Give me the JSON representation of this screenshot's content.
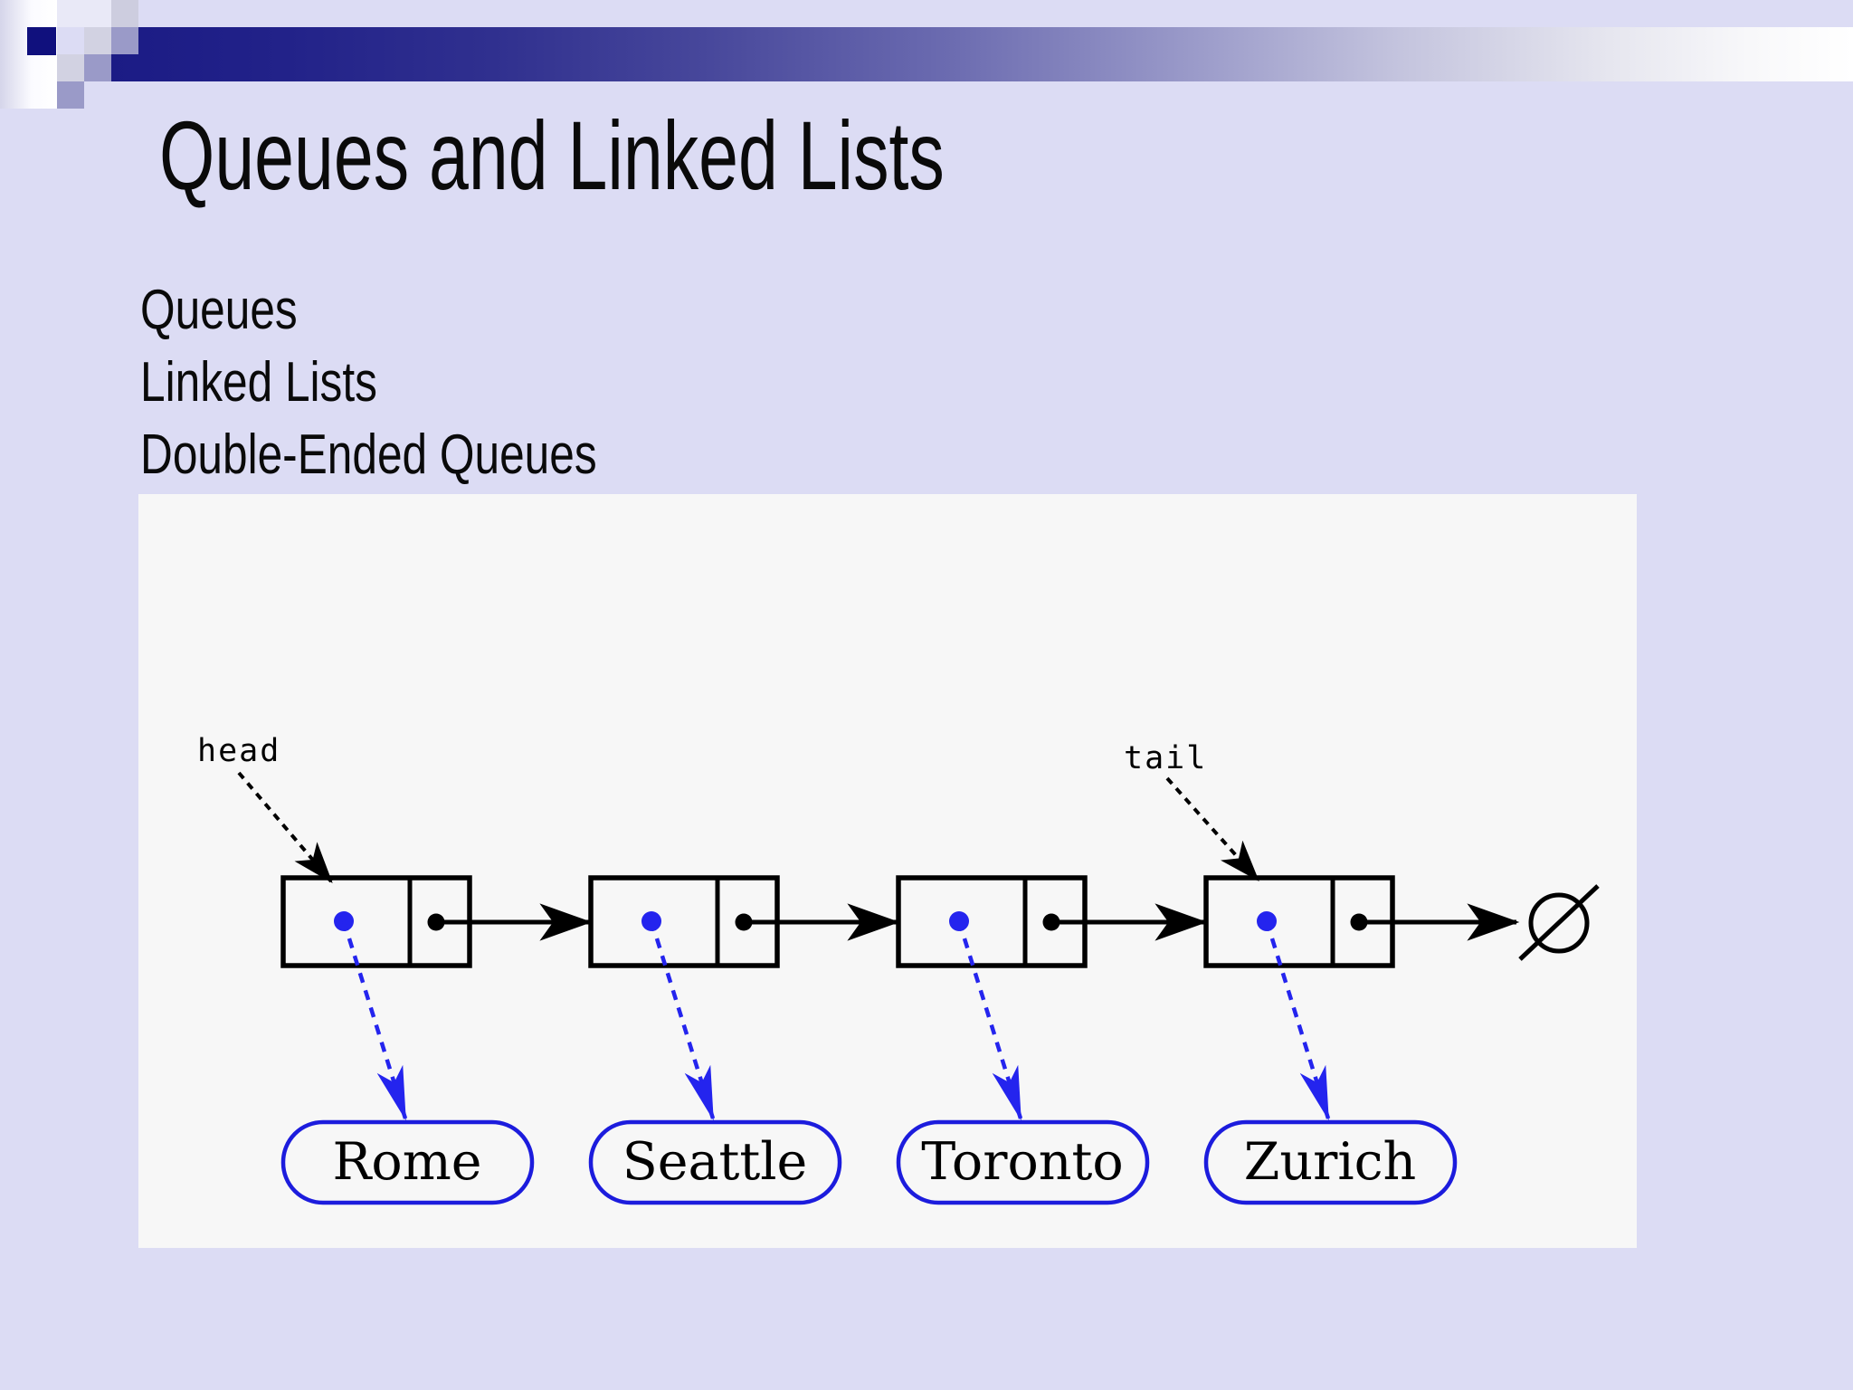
{
  "slide": {
    "title": "Queues and Linked Lists",
    "bullets": [
      "Queues",
      "Linked Lists",
      "Double-Ended Queues"
    ]
  },
  "diagram": {
    "head_label": "head",
    "tail_label": "tail",
    "null_symbol": "∅",
    "cities": [
      "Rome",
      "Seattle",
      "Toronto",
      "Zurich"
    ]
  },
  "theme": {
    "background": "#dcdcf4",
    "panel_background": "#f7f7f7",
    "bar_navy": "#10107d",
    "bar_gradient_start": "#1b1b85",
    "bar_gradient_end": "#ffffff",
    "pointer_blue": "#2424ee",
    "bubble_blue": "#1c1cdd",
    "line_black": "#000000",
    "title_color": "#0a0a0a"
  }
}
